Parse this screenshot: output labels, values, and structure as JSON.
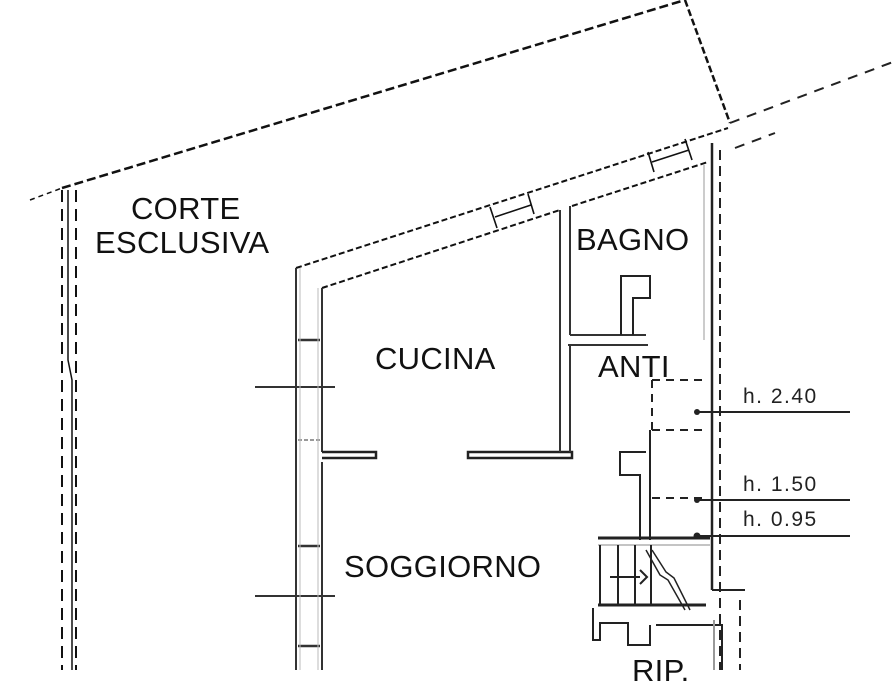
{
  "plan": {
    "type": "floor-plan",
    "line_color": "#111111",
    "wall_color": "#333333",
    "background": "#ffffff"
  },
  "rooms": {
    "corte_line1": "CORTE",
    "corte_line2": "ESCLUSIVA",
    "bagno": "BAGNO",
    "cucina": "CUCINA",
    "anti": "ANTI",
    "soggiorno": "SOGGIORNO",
    "rip": "RIP."
  },
  "heights": {
    "h1": "h. 2.40",
    "h2": "h. 1.50",
    "h3": "h. 0.95"
  }
}
